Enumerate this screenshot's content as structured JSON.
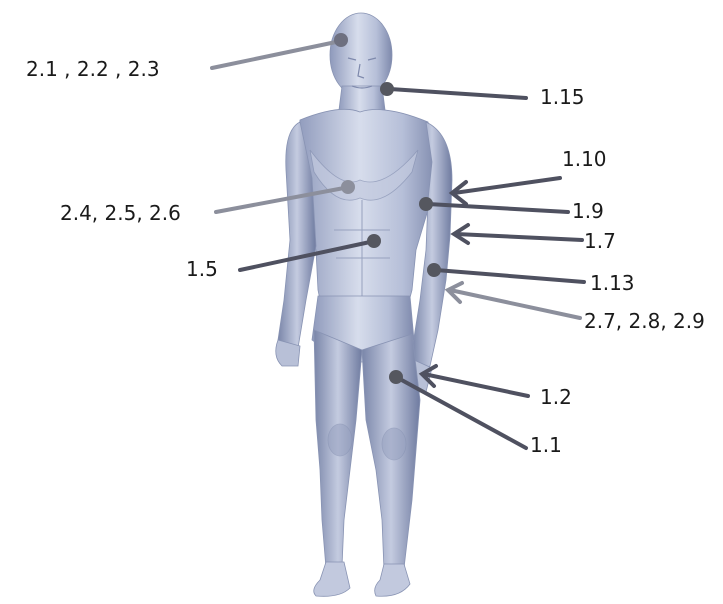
{
  "diagram": {
    "subject": "human-body-mesh",
    "colors": {
      "background": "#ffffff",
      "body_light": "#dbe1ef",
      "body_mid": "#aab4cf",
      "body_dark": "#7b87aa",
      "pointer_dark": "#4f5160",
      "pointer_light": "#8c8f9c",
      "marker": "#55575f",
      "label_text": "#1a1a1a"
    },
    "labels": [
      {
        "id": "head",
        "text": "2.1 , 2.2 , 2.3"
      },
      {
        "id": "neck",
        "text": "1.15"
      },
      {
        "id": "elbow-upper",
        "text": "1.10"
      },
      {
        "id": "chest",
        "text": "2.4, 2.5, 2.6"
      },
      {
        "id": "upper-arm",
        "text": "1.9"
      },
      {
        "id": "elbow",
        "text": "1.7"
      },
      {
        "id": "abdomen",
        "text": "1.5"
      },
      {
        "id": "forearm",
        "text": "1.13"
      },
      {
        "id": "forearm-lower",
        "text": "2.7, 2.8, 2.9"
      },
      {
        "id": "thigh-arrow",
        "text": "1.2"
      },
      {
        "id": "thigh",
        "text": "1.1"
      }
    ]
  }
}
